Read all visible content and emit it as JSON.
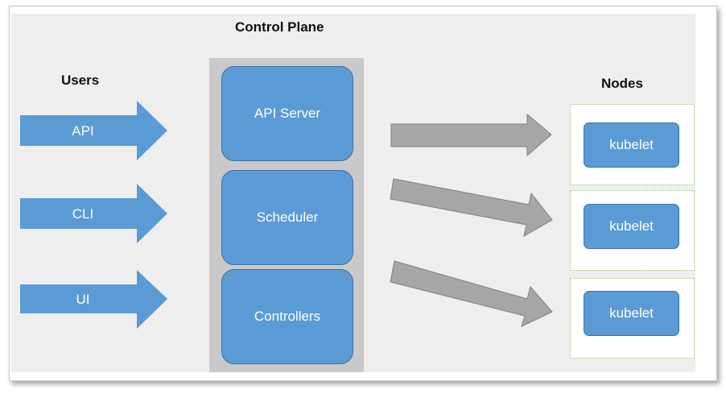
{
  "diagram": {
    "title": "Control Plane",
    "users": {
      "heading": "Users",
      "items": [
        {
          "label": "API"
        },
        {
          "label": "CLI"
        },
        {
          "label": "UI"
        }
      ]
    },
    "control_plane": {
      "components": [
        {
          "label": "API Server"
        },
        {
          "label": "Scheduler"
        },
        {
          "label": "Controllers"
        }
      ]
    },
    "nodes": {
      "heading": "Nodes",
      "items": [
        {
          "label": "kubelet"
        },
        {
          "label": "kubelet"
        },
        {
          "label": "kubelet"
        }
      ]
    },
    "colors": {
      "component_fill": "#5b9bd5",
      "component_border": "#41719c",
      "connector_arrow": "#a6a6a6",
      "control_plane_band": "#c9c9c9",
      "node_border": "#8dc16a"
    }
  }
}
